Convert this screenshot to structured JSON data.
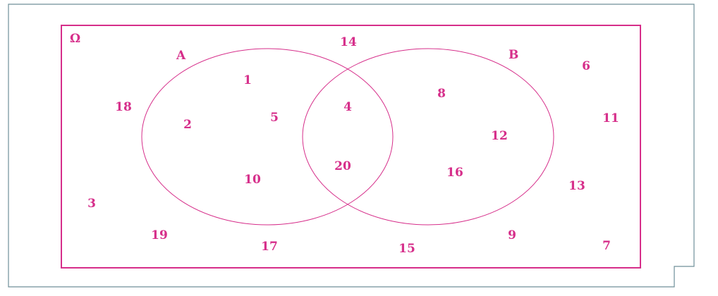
{
  "colors": {
    "accent": "#d62e8a",
    "frame": "#6f8f99",
    "background": "#ffffff"
  },
  "universe_label": "Ω",
  "sets": {
    "A": {
      "label": "A"
    },
    "B": {
      "label": "B"
    }
  },
  "regions": {
    "only_A": [
      "1",
      "2",
      "5",
      "10"
    ],
    "intersection": [
      "4",
      "20"
    ],
    "only_B": [
      "8",
      "12",
      "16"
    ],
    "outside": [
      "14",
      "6",
      "18",
      "11",
      "3",
      "13",
      "19",
      "17",
      "15",
      "9",
      "7"
    ]
  }
}
